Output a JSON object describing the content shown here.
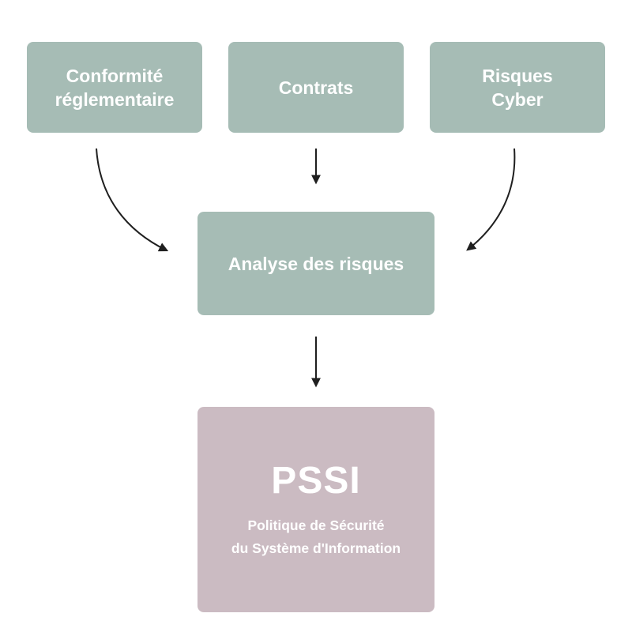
{
  "nodes": {
    "conformite": {
      "lines": [
        "Conformité",
        "réglementaire"
      ]
    },
    "contrats": {
      "lines": [
        "Contrats"
      ]
    },
    "cyber": {
      "lines": [
        "Risques",
        "Cyber"
      ]
    },
    "analyse": {
      "lines": [
        "Analyse des risques"
      ]
    },
    "pssi": {
      "title": "PSSI",
      "subtitle_lines": [
        "Politique de Sécurité",
        "du Système d'Information"
      ]
    }
  },
  "edges": [
    {
      "from": "Conformité réglementaire",
      "to": "Analyse des risques"
    },
    {
      "from": "Contrats",
      "to": "Analyse des risques"
    },
    {
      "from": "Risques Cyber",
      "to": "Analyse des risques"
    },
    {
      "from": "Analyse des risques",
      "to": "PSSI"
    }
  ],
  "colors": {
    "input_box": "#a6bcb5",
    "output_box": "#cbbbc2",
    "box_text": "#ffffff",
    "arrow": "#1f1f1f"
  }
}
